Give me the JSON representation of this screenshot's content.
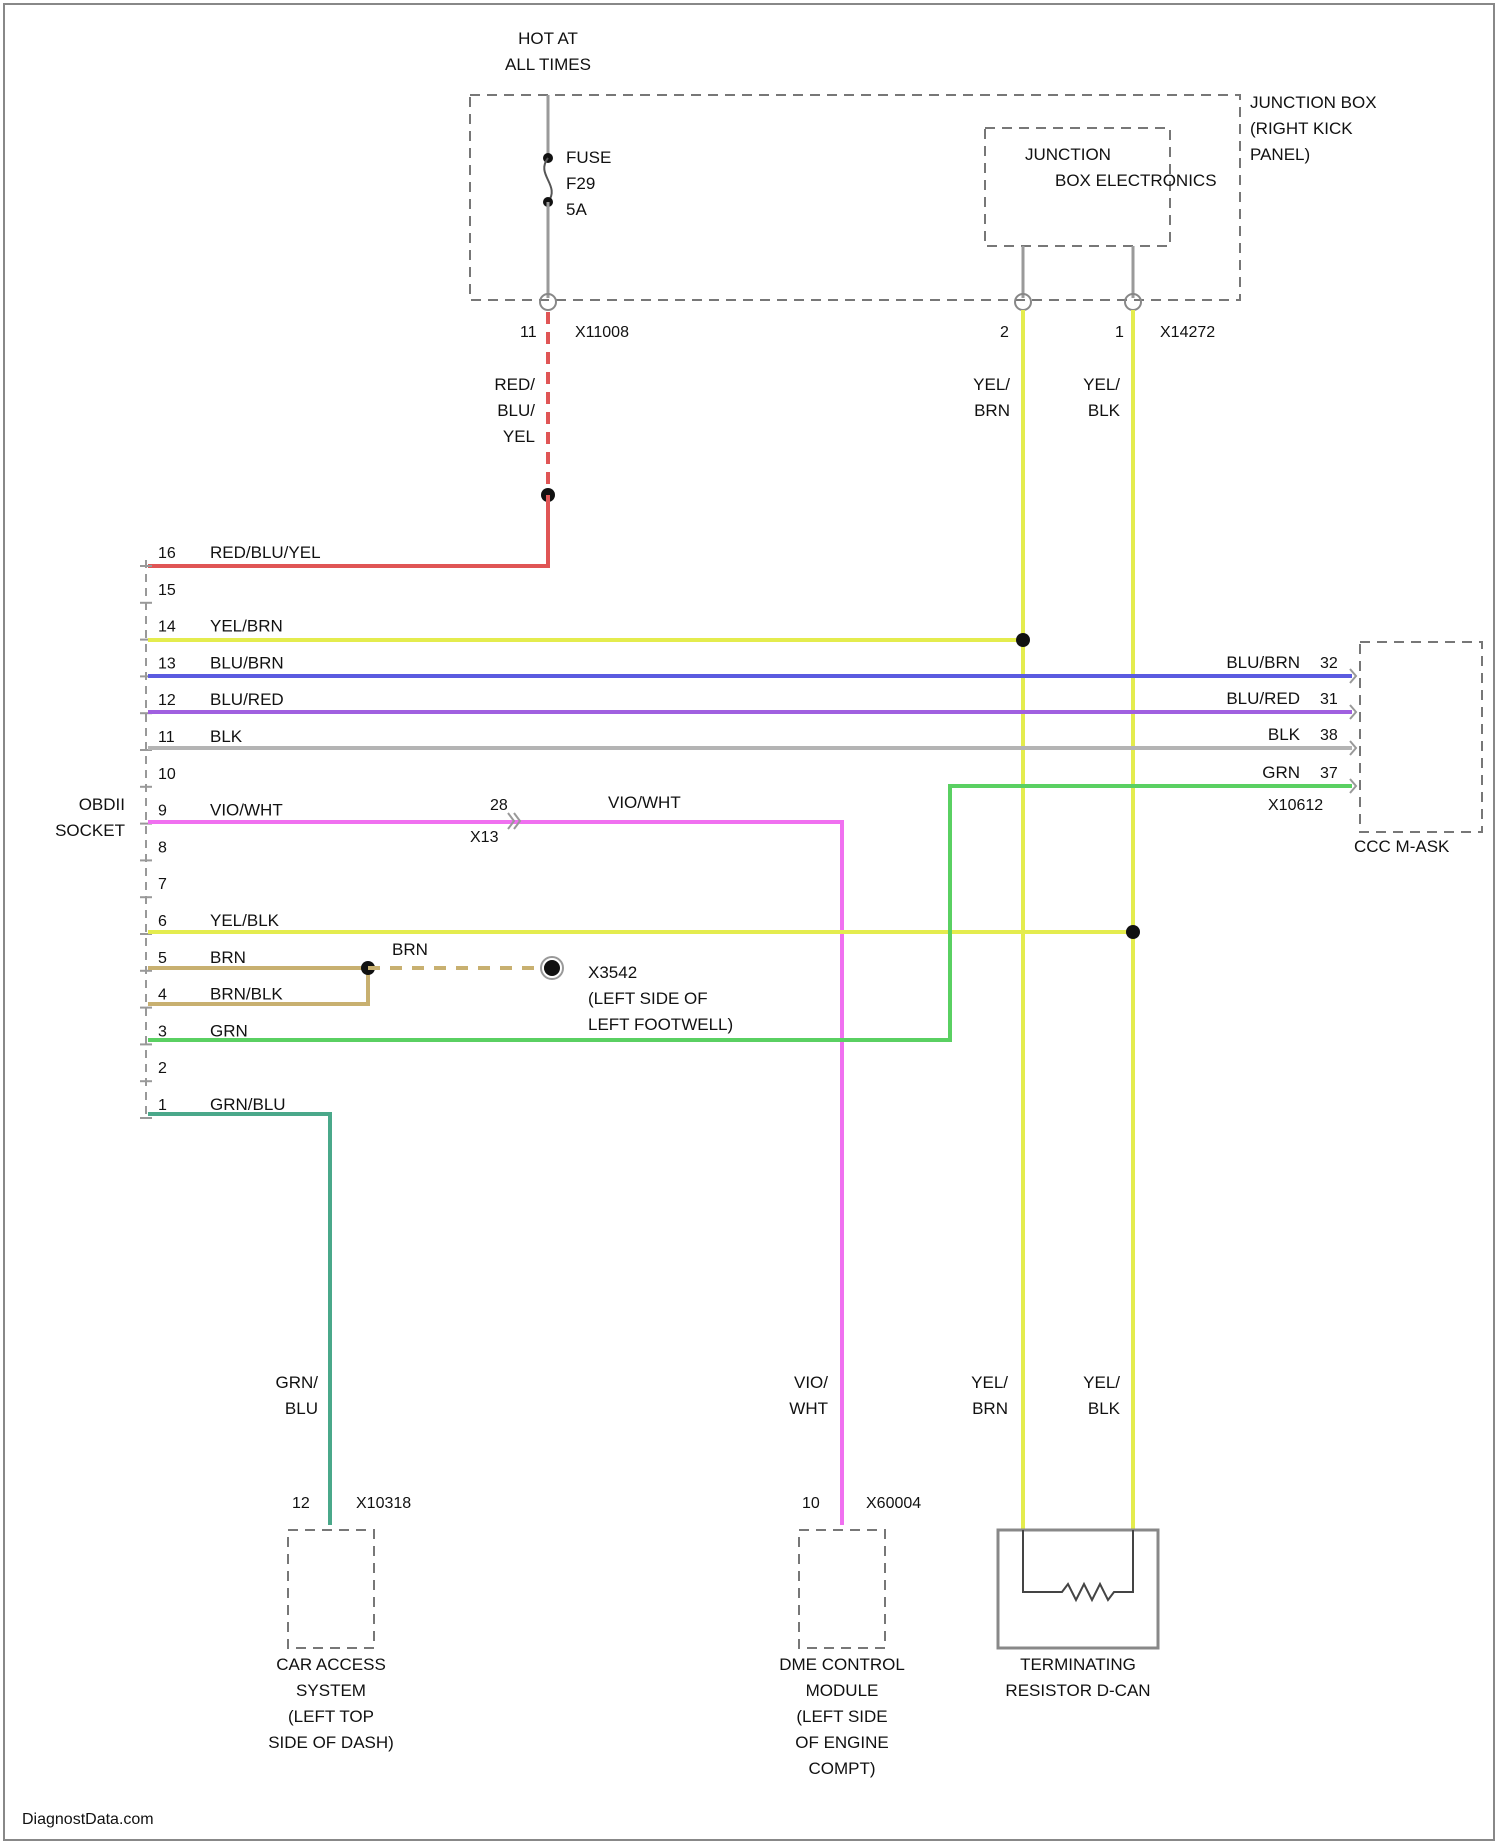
{
  "supply": {
    "hot_line1": "HOT AT",
    "hot_line2": "ALL TIMES",
    "fuse_line1": "FUSE",
    "fuse_line2": "F29",
    "fuse_line3": "5A"
  },
  "junction_box": {
    "line1": "JUNCTION BOX",
    "line2": "(RIGHT KICK",
    "line3": "PANEL)",
    "electronics_line1": "JUNCTION",
    "electronics_line2": "BOX ELECTRONICS",
    "pin_11": "11",
    "connector_a": "X11008",
    "pin_2": "2",
    "pin_1": "1",
    "connector_b": "X14272"
  },
  "vertical_labels": {
    "red_l1": "RED/",
    "red_l2": "BLU/",
    "red_l3": "YEL",
    "yelbrn_l1": "YEL/",
    "yelbrn_l2": "BRN",
    "yelblk_l1": "YEL/",
    "yelblk_l2": "BLK"
  },
  "obd": {
    "name_line1": "OBDII",
    "name_line2": "SOCKET",
    "pins": [
      {
        "pin": "16",
        "wire": "RED/BLU/YEL"
      },
      {
        "pin": "15",
        "wire": ""
      },
      {
        "pin": "14",
        "wire": "YEL/BRN"
      },
      {
        "pin": "13",
        "wire": "BLU/BRN"
      },
      {
        "pin": "12",
        "wire": "BLU/RED"
      },
      {
        "pin": "11",
        "wire": "BLK"
      },
      {
        "pin": "10",
        "wire": ""
      },
      {
        "pin": "9",
        "wire": "VIO/WHT"
      },
      {
        "pin": "8",
        "wire": ""
      },
      {
        "pin": "7",
        "wire": ""
      },
      {
        "pin": "6",
        "wire": "YEL/BLK"
      },
      {
        "pin": "5",
        "wire": "BRN"
      },
      {
        "pin": "4",
        "wire": "BRN/BLK"
      },
      {
        "pin": "3",
        "wire": "GRN"
      },
      {
        "pin": "2",
        "wire": ""
      },
      {
        "pin": "1",
        "wire": "GRN/BLU"
      }
    ]
  },
  "ccc": {
    "name": "CCC M-ASK",
    "connector": "X10612",
    "pins": [
      {
        "wire": "BLU/BRN",
        "pin": "32"
      },
      {
        "wire": "BLU/RED",
        "pin": "31"
      },
      {
        "wire": "BLK",
        "pin": "38"
      },
      {
        "wire": "GRN",
        "pin": "37"
      }
    ]
  },
  "splice_x13": {
    "pin": "28",
    "connector": "X13",
    "wire": "VIO/WHT"
  },
  "brn_extra": {
    "wire": "BRN"
  },
  "ground": {
    "id": "X3542",
    "line1": "(LEFT SIDE OF",
    "line2": "LEFT FOOTWELL)"
  },
  "bottom": {
    "cas_wire_l1": "GRN/",
    "cas_wire_l2": "BLU",
    "cas_pin": "12",
    "cas_connector": "X10318",
    "cas_l1": "CAR ACCESS",
    "cas_l2": "SYSTEM",
    "cas_l3": "(LEFT TOP",
    "cas_l4": "SIDE OF DASH)",
    "dme_wire_l1": "VIO/",
    "dme_wire_l2": "WHT",
    "dme_pin": "10",
    "dme_connector": "X60004",
    "dme_l1": "DME CONTROL",
    "dme_l2": "MODULE",
    "dme_l3": "(LEFT SIDE",
    "dme_l4": "OF ENGINE",
    "dme_l5": "COMPT)",
    "res_yelbrn_l1": "YEL/",
    "res_yelbrn_l2": "BRN",
    "res_yelblk_l1": "YEL/",
    "res_yelblk_l2": "BLK",
    "res_l1": "TERMINATING",
    "res_l2": "RESISTOR D-CAN"
  },
  "footer": "DiagnostData.com",
  "colors": {
    "red": "#e05555",
    "yellow": "#e4ec4e",
    "blue": "#5b5be0",
    "purple": "#a060e0",
    "gray": "#b4b4b4",
    "green": "#5ad062",
    "violet": "#f070f0",
    "brown": "#c8b070",
    "teal": "#4aa88a"
  }
}
